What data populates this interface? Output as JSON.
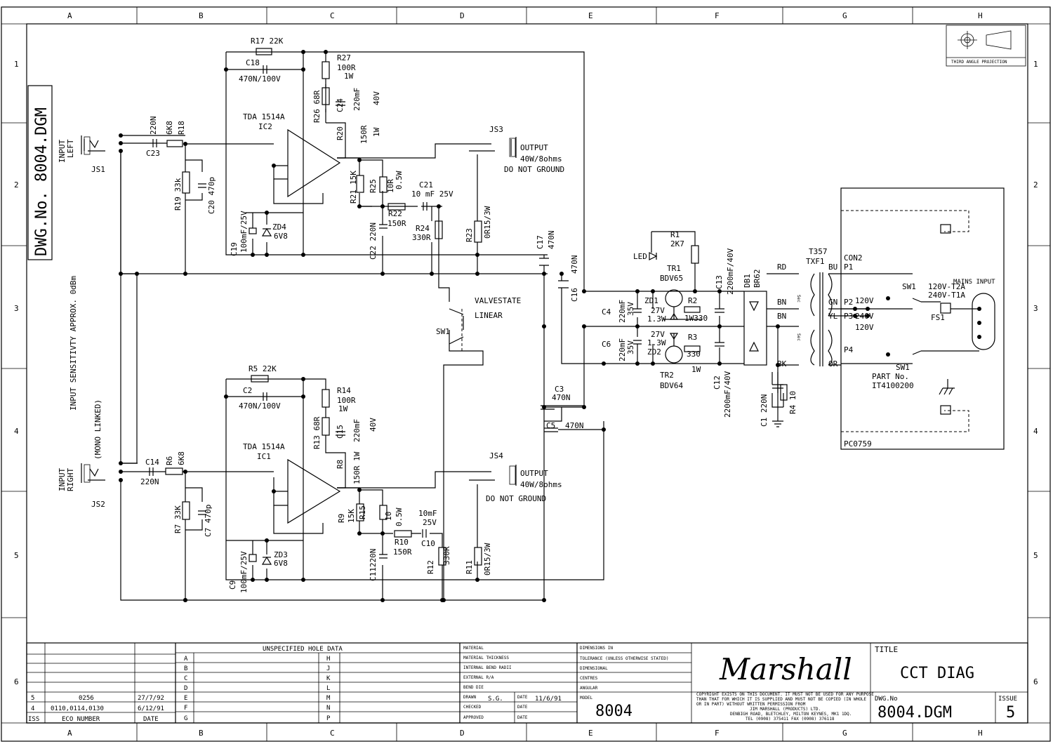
{
  "grid": {
    "cols": [
      "A",
      "B",
      "C",
      "D",
      "E",
      "F",
      "G",
      "H"
    ],
    "rows": [
      "1",
      "2",
      "3",
      "4",
      "5",
      "6"
    ]
  },
  "drawing_no_vertical": "DWG.No. 8004.DGM",
  "projection_label": "THIRD ANGLE PROJECTION",
  "labels": {
    "r17": "R17 22K",
    "c18": "C18",
    "c18v": "470N/100V",
    "r27": "R27",
    "r27v": "100R",
    "r27w": "1W",
    "r26": "R26 68R",
    "c24": "C24",
    "c24v": "220mF",
    "c24w": "40V",
    "r20": "R20",
    "r20v": "150R",
    "r20w": "1W",
    "ic2a": "TDA 1514A",
    "ic2b": "IC2",
    "inleft": "INPUT",
    "inleft2": "LEFT",
    "js1": "JS1",
    "c23a": "220N",
    "c23": "C23",
    "r18a": "6K8",
    "r18": "R18",
    "r19": "R19 33k",
    "c20": "C20 470p",
    "c19": "C19",
    "c19v": "100mF/25V",
    "zd4": "ZD4",
    "zd4v": "6V8",
    "r21": "R21",
    "r21v": "15K",
    "r25": "R25",
    "r25v": "10R",
    "r25w": "0.5W",
    "c21": "C21",
    "c21v": "10 mF 25V",
    "r22": "R22",
    "r22v": "150R",
    "c22": "C22 220N",
    "r24": "R24",
    "r24v": "330R",
    "r23": "R23",
    "r23v": "0R15/3W",
    "js3": "JS3",
    "out1": "OUTPUT",
    "out1b": "40W/8ohms",
    "dng1": "DO NOT GROUND",
    "c17": "C17",
    "c17v": "470N",
    "c16": "C16",
    "c16v": "470N",
    "valvestate": "VALVESTATE",
    "linear": "LINEAR",
    "sw1": "SW1",
    "sens": "INPUT SENSITIVTY APPROX. 0dBm",
    "mono": "(MONO LINKED)",
    "r5": "R5 22K",
    "c2": "C2",
    "c2v": "470N/100V",
    "r14": "R14",
    "r14v": "100R",
    "r14w": "1W",
    "r13": "R13 68R",
    "c15": "C15",
    "c15v": "220mF",
    "c15w": "40V",
    "r8": "R8",
    "r8v": "150R 1W",
    "ic1a": "TDA 1514A",
    "ic1b": "IC1",
    "inright": "INPUT",
    "inright2": "RIGHT",
    "js2": "JS2",
    "c14": "C14",
    "c14v": "220N",
    "r6": "R6",
    "r6v": "6K8",
    "r7": "R7 33K",
    "c7": "C7 470p",
    "c9": "C9",
    "c9v": "100mF/25V",
    "zd3": "ZD3",
    "zd3v": "6V8",
    "r9": "R9",
    "r9v": "15K",
    "r15": "R15",
    "r15v": "10",
    "r15w": "0.5W",
    "c10": "C10",
    "c10v": "10mF",
    "c10w": "25V",
    "r10": "R10",
    "r10v": "150R",
    "c11": "C11220N",
    "r12": "R12",
    "r12v": "330R",
    "r11": "R11",
    "r11v": "0R15/3W",
    "js4": "JS4",
    "out2": "OUTPUT",
    "out2b": "40W/8ohms",
    "dng2": "DO NOT GROUND",
    "c3": "C3",
    "c3v": "470N",
    "c5": "C5",
    "c5v": "470N",
    "r1": "R1",
    "r1v": "2K7",
    "led": "LED",
    "tr1": "TR1",
    "tr1v": "BDV65",
    "tr2": "TR2",
    "tr2v": "BDV64",
    "r2": "R2",
    "r2w": "1W330",
    "r3": "R3",
    "r3v": "330",
    "r3w": "1W",
    "zd1": "ZD1",
    "zd1v": "27V",
    "zd1w": "1.3W",
    "zd2": "ZD2",
    "zd2v": "27V",
    "zd2w": "1.3W",
    "c4": "C4",
    "c4v": "220mF",
    "c4w": "35V",
    "c6": "C6",
    "c6v": "220mF",
    "c6w": "35V",
    "c13": "C13",
    "c13v": "2200mF/40V",
    "c12": "C12",
    "c12v": "2200mF/40V",
    "db1": "DB1",
    "db1v": "BR62",
    "c1": "C1 220N",
    "r4": "R4 10",
    "t357": "T357",
    "txf1": "TXF1",
    "rd": "RD",
    "bn1": "BN",
    "bn2": "BN",
    "bk": "BK",
    "bu": "BU",
    "gn": "GN",
    "yl": "YL",
    "or": "OR",
    "sec1": "Sec",
    "sec2": "Sec",
    "con2": "CON2",
    "p1": "P1",
    "p2": "P2",
    "p3": "P3",
    "p4": "P4",
    "v120a": "120V",
    "v240": "240V",
    "v120b": "120V",
    "sw1a": "SW1",
    "sw1b": "SW1",
    "fuse": "120V-T2A",
    "fuse2": "240V-T1A",
    "fs1": "FS1",
    "mains": "MAINS INPUT",
    "partno": "PART No.",
    "partno2": "IT4100200",
    "pc": "PC0759"
  },
  "title_block": {
    "hole_data": "UNSPECIFIED HOLE DATA",
    "hole_letters_left": [
      "A",
      "B",
      "C",
      "D",
      "E",
      "F",
      "G"
    ],
    "hole_letters_right": [
      "H",
      "J",
      "K",
      "L",
      "M",
      "N",
      "P"
    ],
    "revisions": [
      {
        "iss": "5",
        "eco": "0256",
        "date": "27/7/92"
      },
      {
        "iss": "4",
        "eco": "0110,0114,0130",
        "date": "6/12/91"
      }
    ],
    "rev_headers": {
      "iss": "ISS",
      "eco": "ECO NUMBER",
      "date": "DATE"
    },
    "material_rows": [
      "MATERIAL",
      "MATERIAL THICKNESS",
      "INTERNAL BEND RADII",
      "EXTERNAL R/A",
      "BEND DIE"
    ],
    "drawn_label": "DRAWN",
    "drawn_by": "S.G.",
    "date_label": "DATE",
    "drawn_date": "11/6/91",
    "checked_label": "CHECKED",
    "approved_label": "APPROVED",
    "model_label": "MODEL",
    "model": "8004",
    "dimension_rows": [
      "DIMENSIONS IN",
      "TOLERANCE (UNLESS OTHERWISE STATED)",
      "DIMENSIONAL",
      "CENTRES",
      "ANGULAR"
    ],
    "brand": "Marshall",
    "copyright": "COPYRIGHT EXISTS ON THIS DOCUMENT. IT MUST NOT BE USED FOR ANY PURPOSE",
    "copyright2": "THAN THAT FOR WHICH IT IS SUPPLIED AND MUST NOT BE COPIED   (IN WHOLE",
    "copyright3": "OR IN PART) WITHOUT WRITTEN PERMISSION FROM",
    "company": "JIM MARSHALL (PRODUCTS) LTD.",
    "address": "DENBIGH ROAD, BLETCHLEY, MILTON KEYNES, MK1 1DQ.",
    "tel": "TEL (0908) 375411 FAX (0908) 376118",
    "title_label": "TITLE",
    "title": "CCT DIAG",
    "dwg_label": "DWG.No",
    "dwg": "8004.DGM",
    "issue_label": "ISSUE",
    "issue": "5"
  }
}
